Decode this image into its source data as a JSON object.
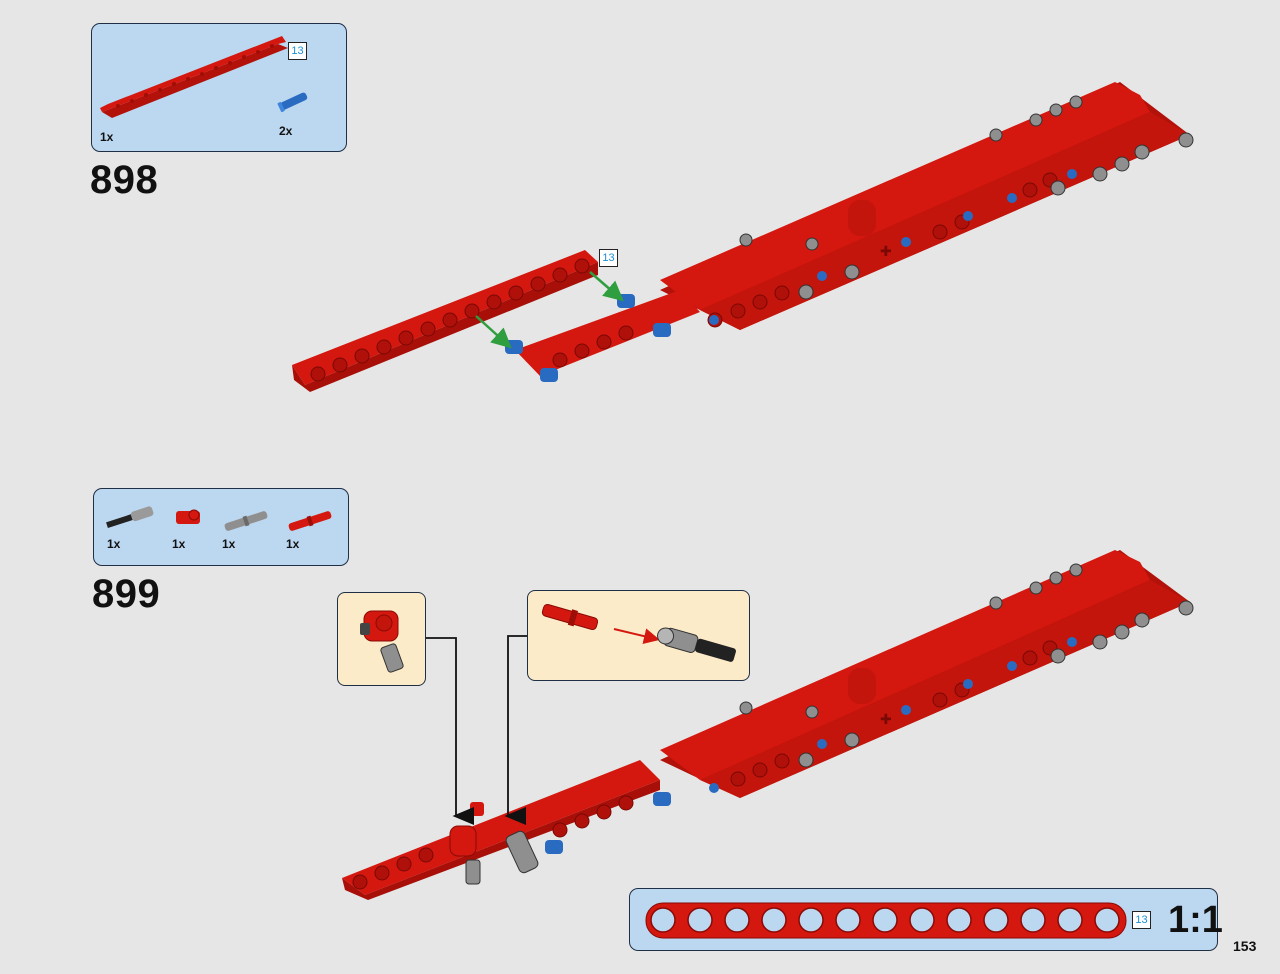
{
  "step_898": {
    "number": "898",
    "parts": [
      {
        "name": "red-beam-13",
        "qty": "1x",
        "length_label": "13"
      },
      {
        "name": "blue-pin",
        "qty": "2x"
      }
    ],
    "assembly_length_label": "13"
  },
  "step_899": {
    "number": "899",
    "parts": [
      {
        "name": "black-axle-pin",
        "qty": "1x"
      },
      {
        "name": "red-connector",
        "qty": "1x"
      },
      {
        "name": "grey-axle-pin",
        "qty": "1x"
      },
      {
        "name": "red-axle-pin",
        "qty": "1x"
      }
    ]
  },
  "scale_box": {
    "length_label": "13",
    "scale": "1:1"
  },
  "page_number": "153",
  "colors": {
    "beam": "#d4180f",
    "panel": "#bcd7f0",
    "callout": "#fcebc8",
    "pin_blue": "#2a6bc2",
    "arrow_green": "#2e9e3e"
  }
}
